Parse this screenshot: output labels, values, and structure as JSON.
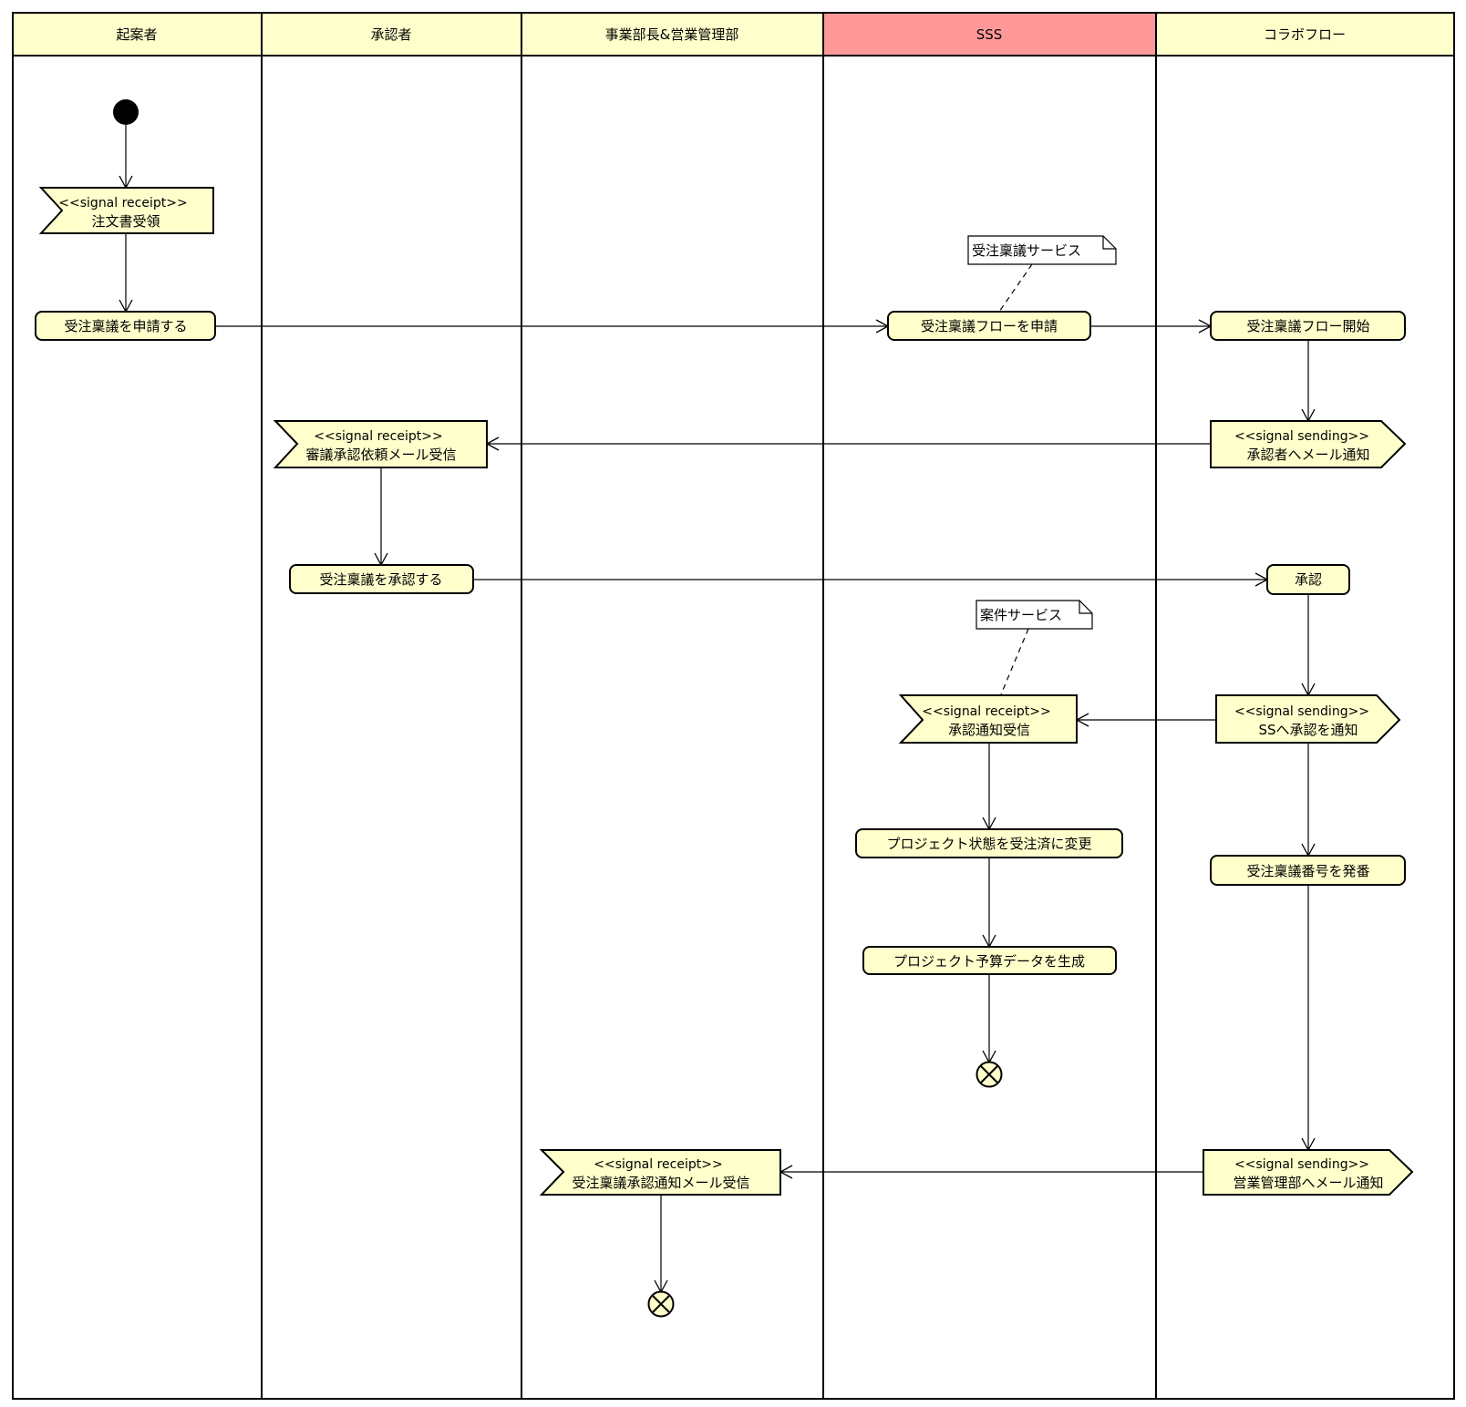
{
  "colors": {
    "lane_header": "#FFFFCC",
    "lane_header_highlight": "#FF9999",
    "node_fill": "#FFFFCC",
    "note_fill": "#FFFFFF",
    "stroke": "#000000"
  },
  "lanes": [
    {
      "label": "起案者"
    },
    {
      "label": "承認者"
    },
    {
      "label": "事業部長&営業管理部"
    },
    {
      "label": "SSS",
      "highlight": true
    },
    {
      "label": "コラボフロー"
    }
  ],
  "notes": {
    "order_service": "受注稟議サービス",
    "case_service": "案件サービス"
  },
  "nodes": {
    "receive_order": {
      "stereotype": "<<signal receipt>>",
      "label": "注文書受領"
    },
    "apply_order": {
      "label": "受注稟議を申請する"
    },
    "sss_apply_flow": {
      "label": "受注稟議フローを申請"
    },
    "collab_start": {
      "label": "受注稟議フロー開始"
    },
    "approver_receive_mail": {
      "stereotype": "<<signal receipt>>",
      "label": "審議承認依頼メール受信"
    },
    "collab_send_approver": {
      "stereotype": "<<signal sending>>",
      "label": "承認者へメール通知"
    },
    "approve_order": {
      "label": "受注稟議を承認する"
    },
    "collab_approve": {
      "label": "承認"
    },
    "sss_receive_approval": {
      "stereotype": "<<signal receipt>>",
      "label": "承認通知受信"
    },
    "collab_notify_ss": {
      "stereotype": "<<signal sending>>",
      "label": "SSへ承認を通知"
    },
    "sss_change_state": {
      "label": "プロジェクト状態を受注済に変更"
    },
    "collab_issue_number": {
      "label": "受注稟議番号を発番"
    },
    "sss_generate_budget": {
      "label": "プロジェクト予算データを生成"
    },
    "mgr_receive_mail": {
      "stereotype": "<<signal receipt>>",
      "label": "受注稟議承認通知メール受信"
    },
    "collab_send_mgr": {
      "stereotype": "<<signal sending>>",
      "label": "営業管理部へメール通知"
    }
  }
}
